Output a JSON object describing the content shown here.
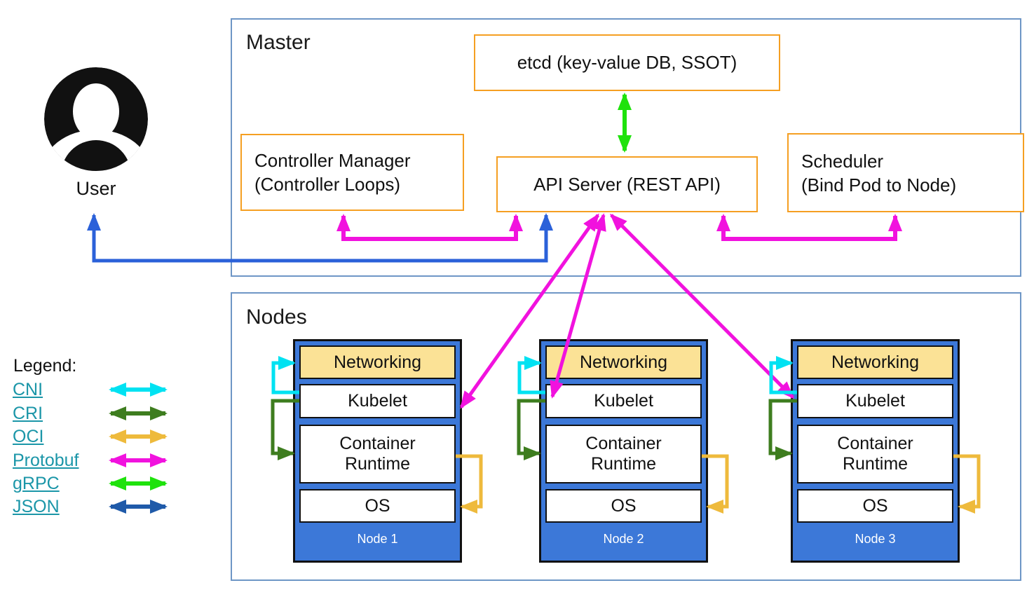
{
  "master": {
    "title": "Master",
    "etcd_label": "etcd (key-value DB, SSOT)",
    "api_server_label": "API Server (REST API)",
    "controller_manager": {
      "line1": "Controller Manager",
      "line2": "(Controller Loops)"
    },
    "scheduler": {
      "line1": "Scheduler",
      "line2": "(Bind Pod to Node)"
    }
  },
  "user": {
    "label": "User"
  },
  "nodes_section": {
    "title": "Nodes",
    "layers": {
      "networking": "Networking",
      "kubelet": "Kubelet",
      "container_runtime_line1": "Container",
      "container_runtime_line2": "Runtime",
      "os": "OS"
    },
    "nodes": [
      {
        "label": "Node 1"
      },
      {
        "label": "Node 2"
      },
      {
        "label": "Node 3"
      }
    ]
  },
  "legend": {
    "title": "Legend:",
    "items": [
      {
        "label": "CNI"
      },
      {
        "label": "CRI"
      },
      {
        "label": "OCI"
      },
      {
        "label": "Protobuf"
      },
      {
        "label": "gRPC"
      },
      {
        "label": "JSON"
      }
    ]
  },
  "colors": {
    "cni": "#00e2f2",
    "cri": "#3e7d1f",
    "oci": "#eeba3c",
    "protobuf": "#f112de",
    "grpc": "#1fe20c",
    "json": "#1f5aa9",
    "user_json": "#2b61d9",
    "container_border": "#6e96c6",
    "box_border": "#f59f22",
    "node_fill": "#3c78d8",
    "networking_fill": "#fbe296",
    "link": "#1b96a8"
  }
}
